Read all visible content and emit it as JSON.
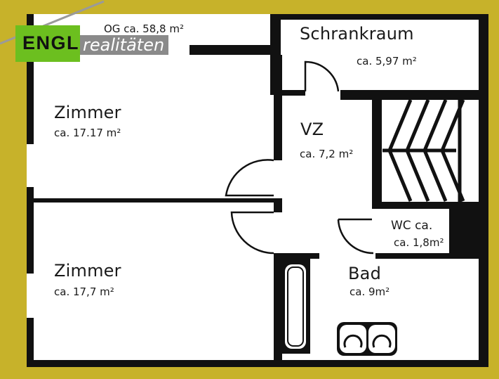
{
  "logo": {
    "brand": "ENGL",
    "suffix": "realitäten"
  },
  "floor_label": "OG ca. 58,8 m²",
  "rooms": [
    {
      "name": "Schrankraum",
      "area": "ca. 5,97 m²"
    },
    {
      "name": "VZ",
      "area": "ca. 7,2 m²"
    },
    {
      "name": "Zimmer",
      "area": "ca. 17.17 m²"
    },
    {
      "name": "Zimmer",
      "area": "ca. 17,7 m²"
    },
    {
      "name": "WC ca.",
      "area": "ca. 1,8m²"
    },
    {
      "name": "Bad",
      "area": "ca. 9m²"
    }
  ],
  "colors": {
    "border": "#c7b22a",
    "wall": "#111111",
    "floor": "#ffffff",
    "logo_green": "#6cbf1f",
    "logo_gray": "#8a8a8a"
  }
}
